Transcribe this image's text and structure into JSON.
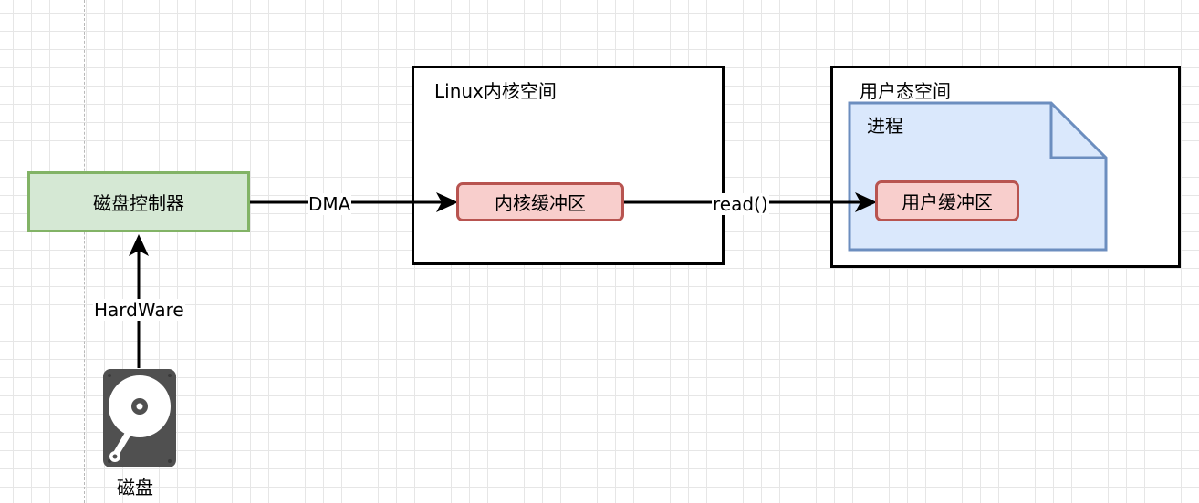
{
  "diagram": {
    "nodes": {
      "disk_controller": {
        "label": "磁盘控制器"
      },
      "kernel_buffer": {
        "label": "内核缓冲区"
      },
      "user_buffer": {
        "label": "用户缓冲区"
      },
      "disk": {
        "label": "磁盘",
        "icon": "hard-disk-icon"
      }
    },
    "containers": {
      "kernel_space": {
        "title": "Linux内核空间"
      },
      "user_space": {
        "title": "用户态空间"
      },
      "process": {
        "title": "进程"
      }
    },
    "edges": {
      "dma": {
        "label": "DMA"
      },
      "read": {
        "label": "read()"
      },
      "hardware": {
        "label": "HardWare"
      }
    },
    "colors": {
      "green_fill": "#d5e8d4",
      "green_stroke": "#82b366",
      "red_fill": "#f8cecc",
      "red_stroke": "#b85450",
      "blue_fill": "#dae8fc",
      "blue_stroke": "#6c8ebf",
      "disk_icon": "#505050"
    }
  }
}
